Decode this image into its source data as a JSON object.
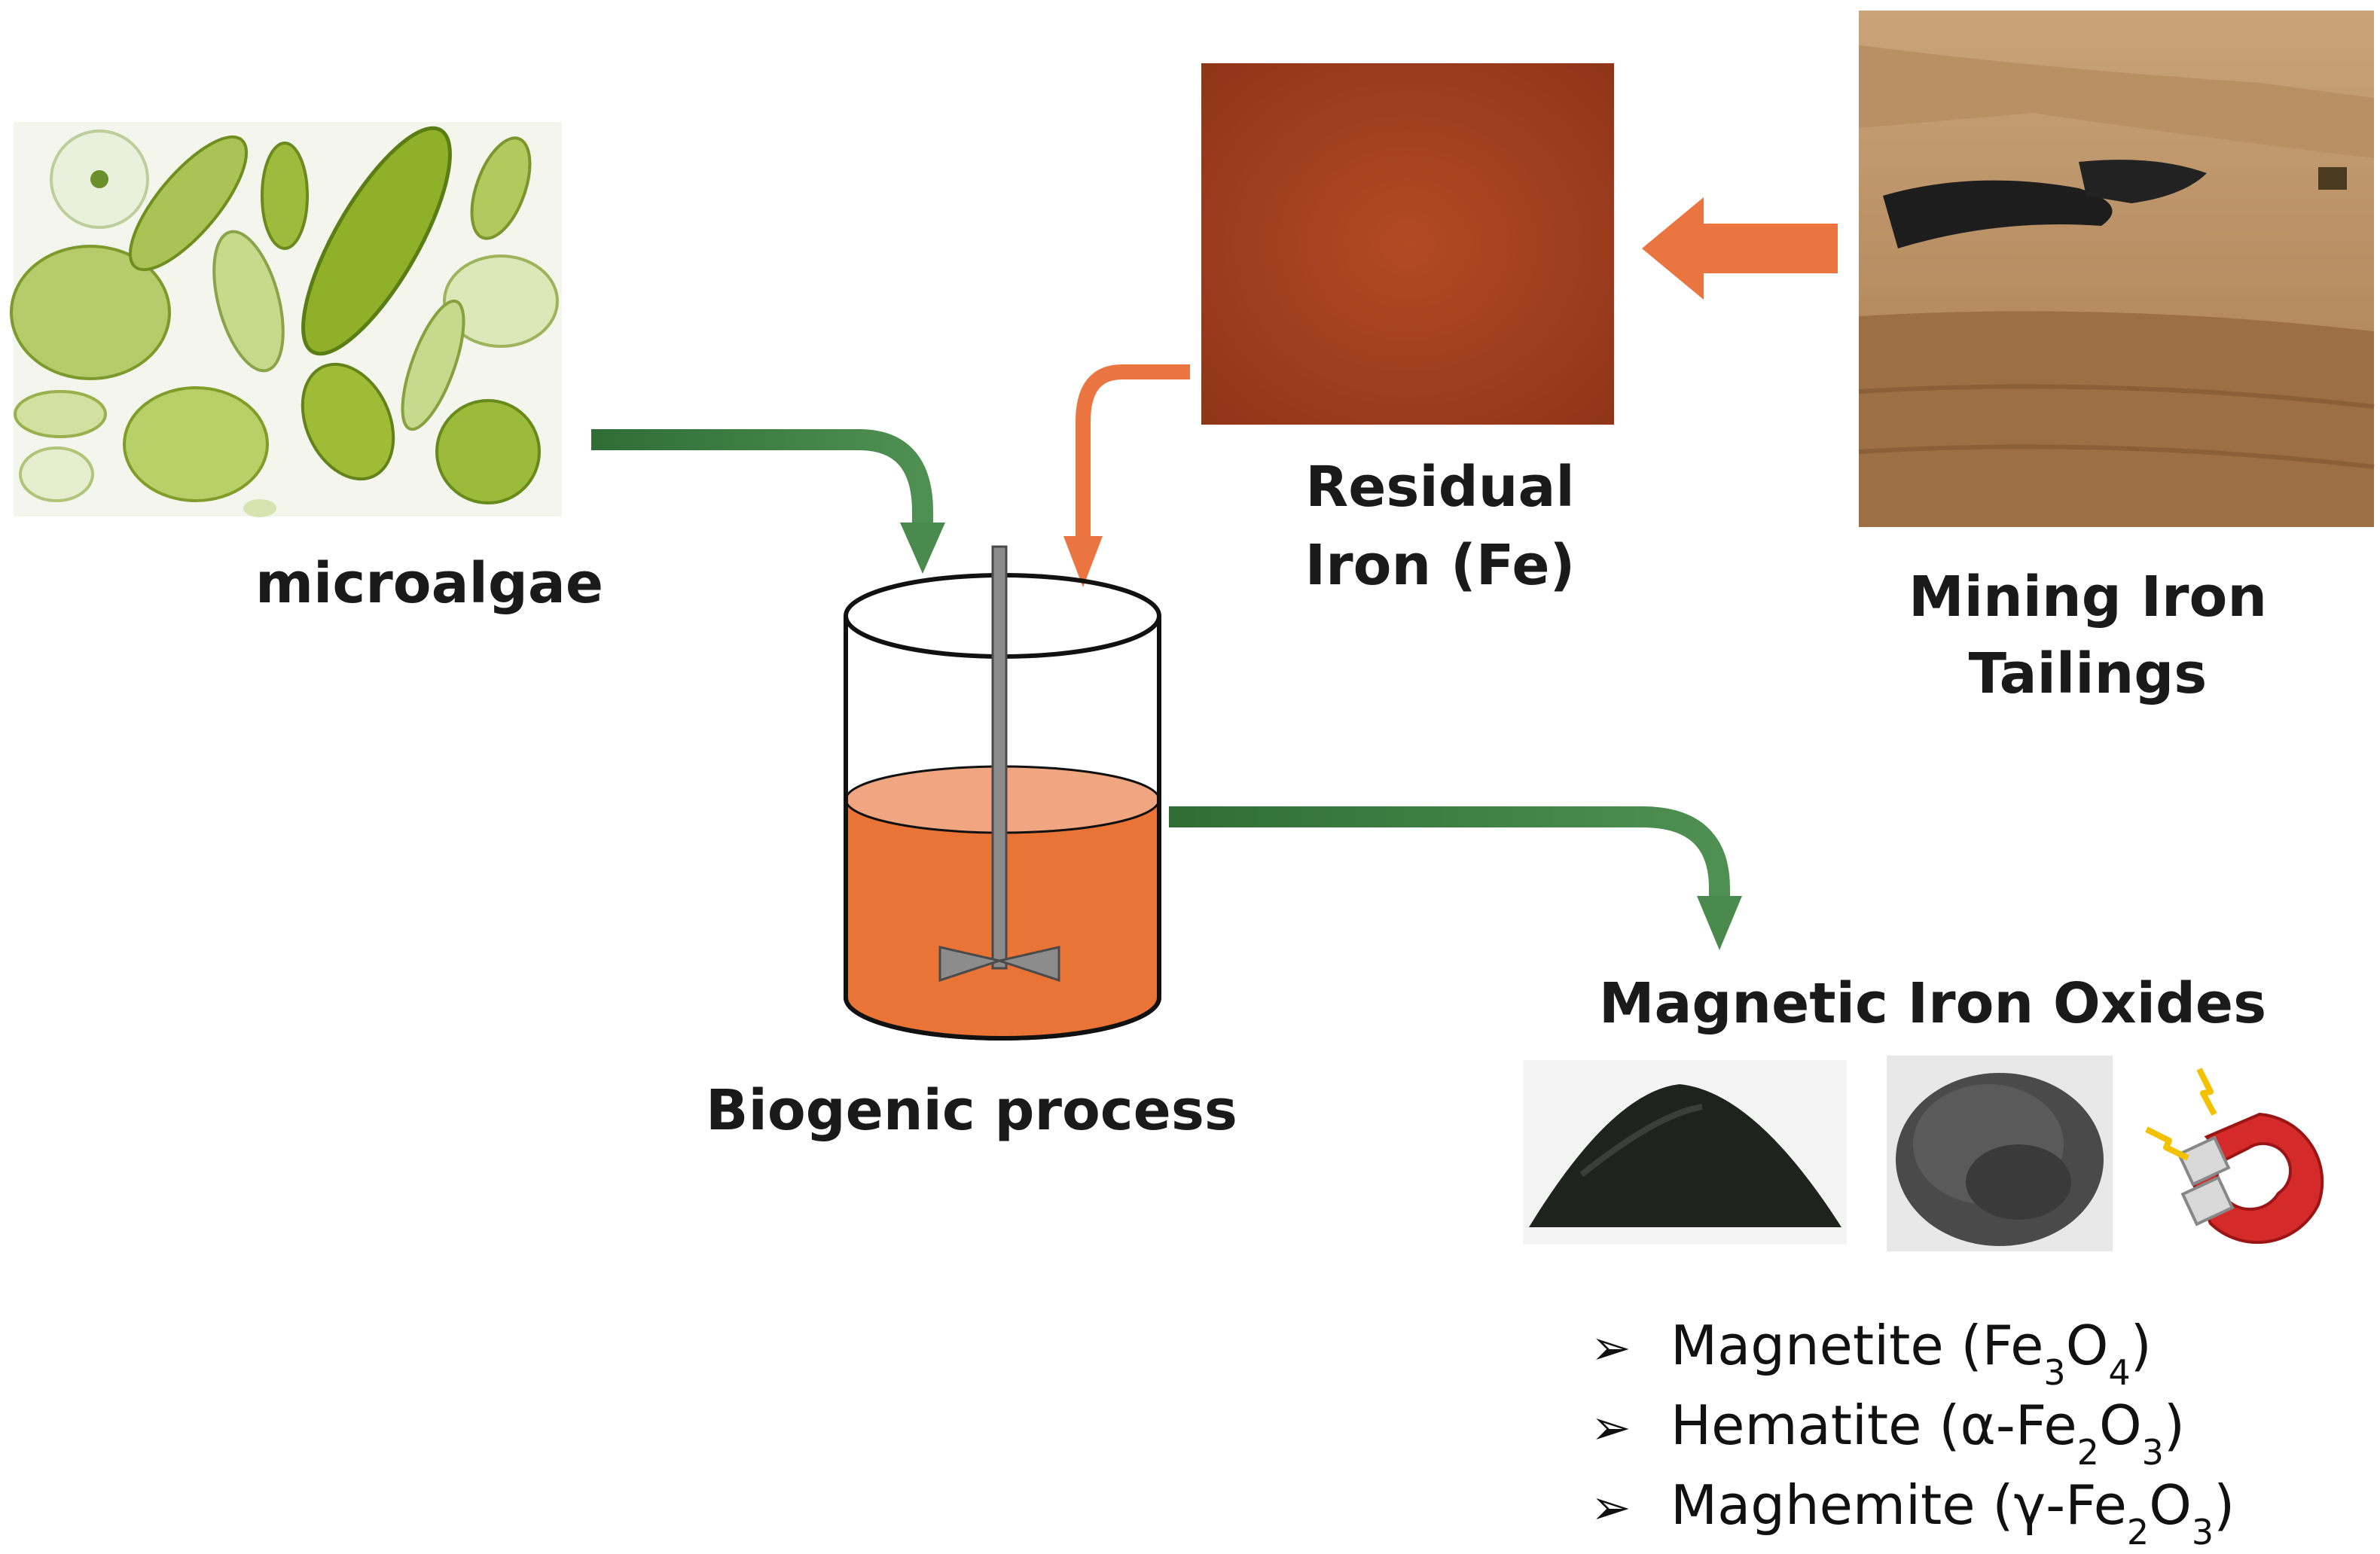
{
  "microalgae": {
    "label": "microalgae"
  },
  "residual_iron": {
    "label_line1": "Residual",
    "label_line2": "Iron (Fe)"
  },
  "mining": {
    "label_line1": "Mining Iron",
    "label_line2": "Tailings"
  },
  "process": {
    "label": "Biogenic process"
  },
  "products": {
    "title": "Magnetic Iron Oxides",
    "items": [
      {
        "name": "Magnetite (",
        "f1": "Fe",
        "s1": "3",
        "f2": "O",
        "s2": "4",
        "close": ")"
      },
      {
        "name": "Hematite (",
        "f1": "α-Fe",
        "s1": "2",
        "f2": "O",
        "s2": "3",
        "close": ")"
      },
      {
        "name": "Maghemite (",
        "f1": "γ-Fe",
        "s1": "2",
        "f2": "O",
        "s2": "3",
        "close": ")"
      }
    ]
  },
  "colors": {
    "green_arrow": "#3b7a3b",
    "orange_arrow": "#ea7540",
    "liquid": "#ea7435",
    "liquid_top": "#f0a680",
    "rust": "#a64422"
  }
}
